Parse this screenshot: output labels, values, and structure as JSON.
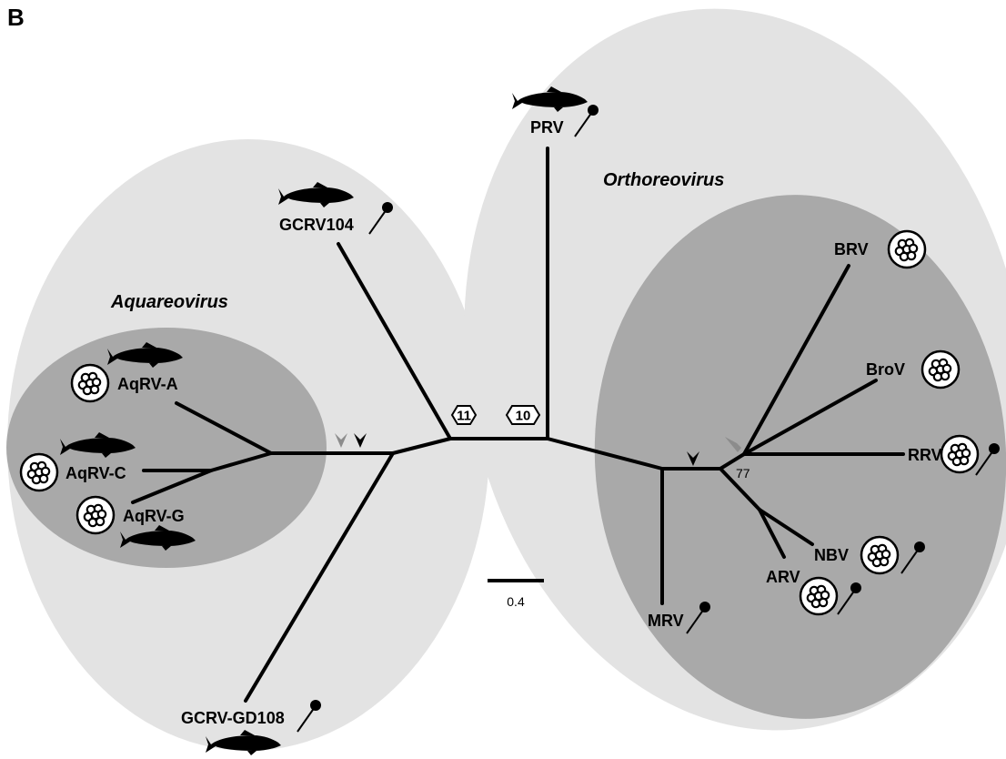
{
  "panel_label": "B",
  "groups": {
    "aquareovirus": "Aquareovirus",
    "orthoreovirus": "Orthoreovirus"
  },
  "leaves": {
    "prv": "PRV",
    "gcrv104": "GCRV104",
    "aqrv_a": "AqRV-A",
    "aqrv_c": "AqRV-C",
    "aqrv_g": "AqRV-G",
    "gcrv_gd108": "GCRV-GD108",
    "brv": "BRV",
    "brov": "BroV",
    "rrv": "RRV",
    "nbv": "NBV",
    "arv": "ARV",
    "mrv": "MRV"
  },
  "nodes": {
    "segments_11": "11",
    "segments_10": "10",
    "bootstrap": "77"
  },
  "scale_bar": {
    "label": "0.4"
  },
  "colors": {
    "outer_ellipse": "#e3e3e3",
    "inner_ellipse": "#a9a9a9",
    "black_arrowhead": "#000000",
    "grey_arrowhead": "#8c8c8c"
  },
  "icons": {
    "host_fish": "fish-icon",
    "fusion_cells": "syncytium-icon",
    "fiber_protein": "lollipop-icon"
  }
}
